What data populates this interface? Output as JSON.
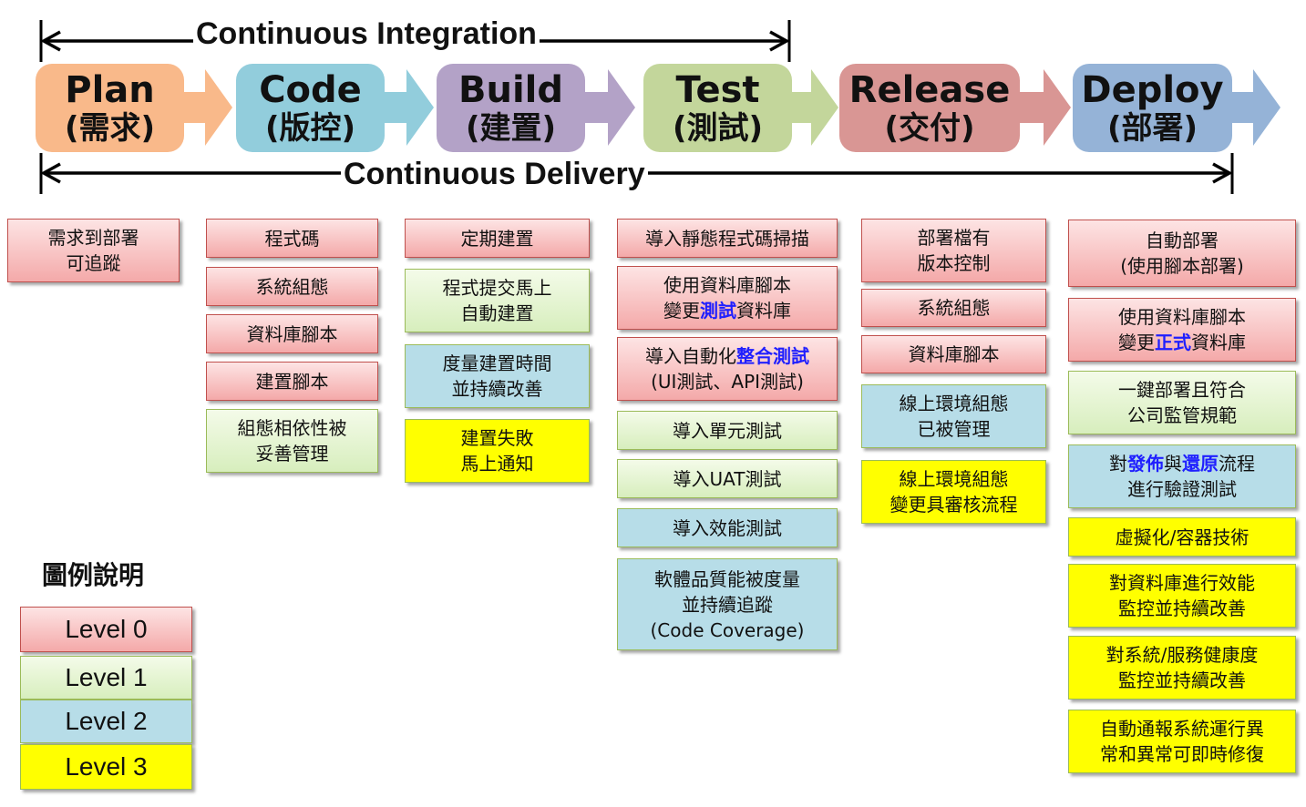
{
  "banners": {
    "ci": "Continuous Integration",
    "cd": "Continuous Delivery"
  },
  "phases": [
    {
      "en": "Plan",
      "zh": "(需求)",
      "color": "#f9b98a"
    },
    {
      "en": "Code",
      "zh": "(版控)",
      "color": "#92cddc"
    },
    {
      "en": "Build",
      "zh": "(建置)",
      "color": "#b3a2c7"
    },
    {
      "en": "Test",
      "zh": "(測試)",
      "color": "#c3d69b"
    },
    {
      "en": "Release",
      "zh": "(交付)",
      "color": "#d99694"
    },
    {
      "en": "Deploy",
      "zh": "(部署)",
      "color": "#95b3d7"
    }
  ],
  "columns": [
    [
      {
        "level": 0,
        "lines": [
          "需求到部署",
          "可追蹤"
        ]
      }
    ],
    [
      {
        "level": 0,
        "lines": [
          "程式碼"
        ]
      },
      {
        "level": 0,
        "lines": [
          "系統組態"
        ]
      },
      {
        "level": 0,
        "lines": [
          "資料庫腳本"
        ]
      },
      {
        "level": 0,
        "lines": [
          "建置腳本"
        ]
      },
      {
        "level": 1,
        "lines": [
          "組態相依性被",
          "妥善管理"
        ]
      }
    ],
    [
      {
        "level": 0,
        "lines": [
          "定期建置"
        ]
      },
      {
        "level": 1,
        "lines": [
          "程式提交馬上",
          "自動建置"
        ]
      },
      {
        "level": 2,
        "lines": [
          "度量建置時間",
          "並持續改善"
        ]
      },
      {
        "level": 3,
        "lines": [
          "建置失敗",
          "馬上通知"
        ]
      }
    ],
    [
      {
        "level": 0,
        "lines": [
          "導入靜態程式碼掃描"
        ]
      },
      {
        "level": 0,
        "lines": [
          "使用資料庫腳本",
          "變更{測試}資料庫"
        ]
      },
      {
        "level": 0,
        "lines": [
          "導入自動化{整合測試}",
          "(UI測試、API測試)"
        ]
      },
      {
        "level": 1,
        "lines": [
          "導入單元測試"
        ]
      },
      {
        "level": 1,
        "lines": [
          "導入UAT測試"
        ]
      },
      {
        "level": 2,
        "lines": [
          "導入效能測試"
        ]
      },
      {
        "level": 2,
        "lines": [
          "軟體品質能被度量",
          "並持續追蹤",
          "(Code Coverage)"
        ]
      }
    ],
    [
      {
        "level": 0,
        "lines": [
          "部署檔有",
          "版本控制"
        ]
      },
      {
        "level": 0,
        "lines": [
          "系統組態"
        ]
      },
      {
        "level": 0,
        "lines": [
          "資料庫腳本"
        ]
      },
      {
        "level": 2,
        "lines": [
          "線上環境組態",
          "已被管理"
        ]
      },
      {
        "level": 3,
        "lines": [
          "線上環境組態",
          "變更具審核流程"
        ]
      }
    ],
    [
      {
        "level": 0,
        "lines": [
          "自動部署",
          "(使用腳本部署)"
        ]
      },
      {
        "level": 0,
        "lines": [
          "使用資料庫腳本",
          "變更{正式}資料庫"
        ]
      },
      {
        "level": 1,
        "lines": [
          "一鍵部署且符合",
          "公司監管規範"
        ]
      },
      {
        "level": 2,
        "lines": [
          "對{發佈}與{還原}流程",
          "進行驗證測試"
        ]
      },
      {
        "level": 3,
        "lines": [
          "虛擬化/容器技術"
        ]
      },
      {
        "level": 3,
        "lines": [
          "對資料庫進行效能",
          "監控並持續改善"
        ]
      },
      {
        "level": 3,
        "lines": [
          "對系統/服務健康度",
          "監控並持續改善"
        ]
      },
      {
        "level": 3,
        "lines": [
          "自動通報系統運行異",
          "常和異常可即時修復"
        ]
      }
    ]
  ],
  "legend": {
    "title": "圖例說明",
    "items": [
      "Level 0",
      "Level 1",
      "Level 2",
      "Level 3"
    ]
  },
  "colors": {
    "highlight": "#1f1fff",
    "level0_border": "#c0504d",
    "level_border": "#9bbb59",
    "level2_fill": "#b7dde8",
    "level3_fill": "#ffff00"
  }
}
